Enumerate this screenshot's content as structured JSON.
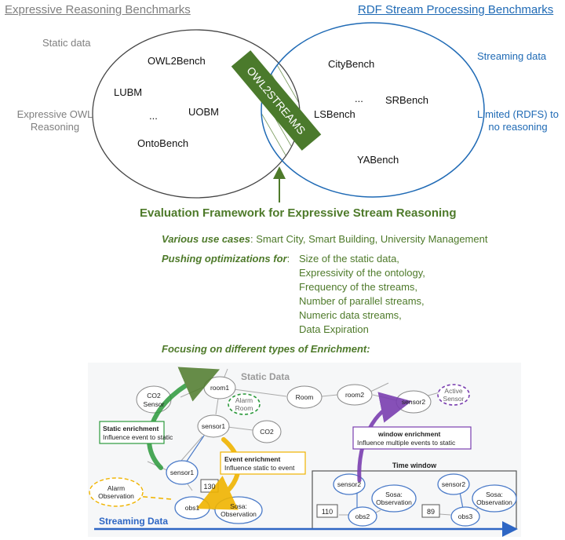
{
  "headers": {
    "left": "Expressive Reasoning Benchmarks",
    "right": "RDF Stream Processing Benchmarks"
  },
  "left_labels": {
    "static": "Static data",
    "owl_line1": "Expressive OWL",
    "owl_line2": "Reasoning"
  },
  "right_labels": {
    "streaming": "Streaming data",
    "reasoning_line1": "Limited (RDFS) to",
    "reasoning_line2": "no reasoning"
  },
  "left_benchmarks": [
    "OWL2Bench",
    "LUBM",
    "UOBM",
    "...",
    "OntoBench"
  ],
  "right_benchmarks": [
    "CityBench",
    "...",
    "SRBench",
    "LSBench",
    "YABench"
  ],
  "owl2streams_label": "OWL2STREAMS",
  "framework": {
    "title": "Evaluation Framework for  Expressive Stream Reasoning",
    "use_cases_label": "Various use cases",
    "use_cases_text": ": Smart City, Smart Building, University Management",
    "optimizations_label": "Pushing optimizations for",
    "optimizations_colon": ":",
    "optimizations": [
      "Size of the static data,",
      "Expressivity of the ontology,",
      "Frequency of the streams,",
      "Number of parallel streams,",
      "Numeric data streams,",
      "Data Expiration"
    ],
    "enrichment_label": "Focusing on different types of Enrichment:"
  },
  "figure": {
    "static_data_title": "Static Data",
    "streaming_data_title": "Streaming Data",
    "time_window_title": "Time window",
    "nodes": {
      "room1": "room1",
      "co2_sensor_l1": "CO2",
      "co2_sensor_l2": "Sensor",
      "alarm_room_l1": "Alarm",
      "alarm_room_l2": "Room",
      "room": "Room",
      "room2": "room2",
      "sensor2_top": "sensor2",
      "active_sensor_l1": "Active",
      "active_sensor_l2": "Sensor",
      "sensor1_mid": "sensor1",
      "co2": "CO2",
      "sensor1_low": "sensor1",
      "alarm_obs_l1": "Alarm",
      "alarm_obs_l2": "Observation",
      "obs1": "obs1",
      "value_130": "130",
      "sosa_obs1_l1": "Sosa:",
      "sosa_obs1_l2": "Observation",
      "sensor2_a": "sensor2",
      "sosa_obs2_l1": "Sosa:",
      "sosa_obs2_l2": "Observation",
      "value_110": "110",
      "obs2": "obs2",
      "sensor2_b": "sensor2",
      "sosa_obs3_l1": "Sosa:",
      "sosa_obs3_l2": "Observation",
      "value_89": "89",
      "obs3": "obs3"
    },
    "boxes": {
      "static_enrichment_title": "Static enrichment",
      "static_enrichment_text": "Influence event to static",
      "event_enrichment_title": "Event enrichment",
      "event_enrichment_text": "Influence static to event",
      "window_enrichment_title": "window enrichment",
      "window_enrichment_text": "Influence multiple events to static"
    }
  },
  "colors": {
    "green": "#4e7a2a",
    "blue": "#1f6ab5",
    "gray": "#7f7f7f",
    "orange": "#f0b400",
    "purple": "#7a3fb0",
    "owl2streams_box": "#4b7a2c"
  }
}
